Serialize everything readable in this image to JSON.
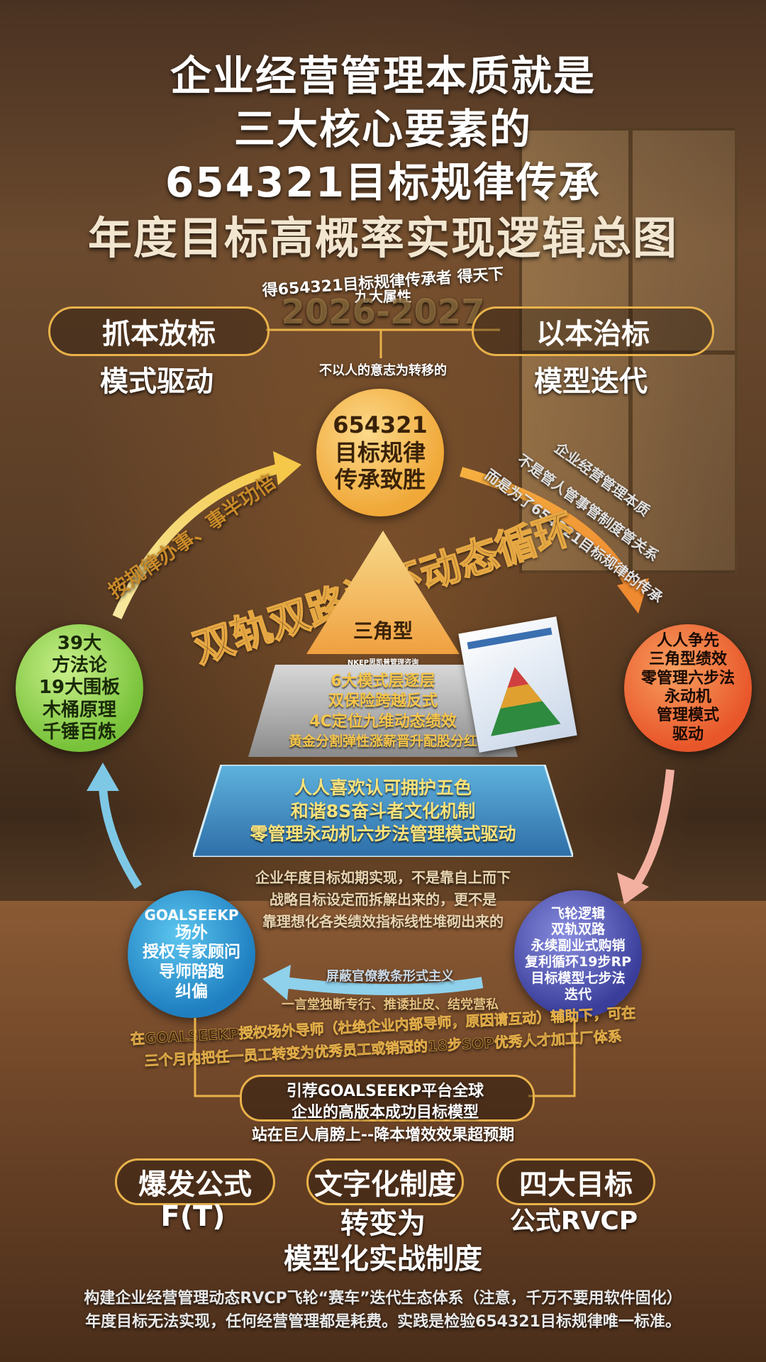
{
  "title": {
    "line1": "企业经营管理本质就是",
    "line2": "三大核心要素的",
    "line3": "654321目标规律传承",
    "line4": "年度目标高概率实现逻辑总图"
  },
  "top_banner": {
    "line1": "得654321目标规律传承者 得天下",
    "line2": "九大属性",
    "years": "2026-2027"
  },
  "left_pill": "抓本放标",
  "left_sub": "模式驱动",
  "right_pill": "以本治标",
  "right_sub": "模型迭代",
  "center_note": "不以人的意志为转移的",
  "top_circle": {
    "line1": "654321",
    "line2": "目标规律",
    "line3": "传承致胜"
  },
  "left_arrow_text": "按规律办事、事半功倍",
  "right_arrow_text": {
    "line1": "企业经营管理本质",
    "line2": "不是管人管事管制度管关系",
    "line3": "而是为了654321目标规律的传承"
  },
  "cycle_text": "双轨双路闭环动态循环",
  "pyramid": {
    "top": "三角型",
    "brand": "NKEP思凯普管理咨询",
    "middle": [
      "6大模式层逐层",
      "双保险跨越反式",
      "4C定位九维动态绩效",
      "黄金分割弹性涨薪晋升配股分红"
    ],
    "bottom": [
      "人人喜欢认可拥护五色",
      "和谐8S奋斗者文化机制",
      "零管理永动机六步法管理模式驱动"
    ]
  },
  "left_circle": [
    "39大",
    "方法论",
    "19大围板",
    "木桶原理",
    "千锤百炼"
  ],
  "right_circle": [
    "人人争先",
    "三角型绩效",
    "零管理六步法",
    "永动机",
    "管理模式",
    "驱动"
  ],
  "bottom_left_circle": [
    "GOALSEEKP",
    "场外",
    "授权专家顾问",
    "导师陪跑",
    "纠偏"
  ],
  "bottom_right_circle": [
    "飞轮逻辑",
    "双轨双路",
    "永续副业式购销",
    "复利循环19步RP",
    "目标模型七步法",
    "迭代"
  ],
  "center_paragraph": [
    "企业年度目标如期实现，不是靠自上而下",
    "战略目标设定而拆解出来的，更不是",
    "靠理想化各类绩效指标线性堆砌出来的"
  ],
  "bottom_arrow_text": {
    "line1": "屏蔽官僚教条形式主义",
    "line2": "一言堂独断专行、推诿扯皮、结党营私"
  },
  "wide_text": {
    "line1": "在GOALSEEKP授权场外导师（杜绝企业内部导师，原因请互动）辅助下，可在",
    "line2": "三个月内把任一员工转变为优秀员工或销冠的18步SOP优秀人才加工厂体系"
  },
  "recommend_box": {
    "line1": "引荐GOALSEEKP平台全球",
    "line2": "企业的高版本成功目标模型",
    "line3": "站在巨人肩膀上--降本增效效果超预期"
  },
  "bottom_pills": [
    {
      "label": "爆发公式",
      "sub1": "F(T)",
      "sub2": ""
    },
    {
      "label": "文字化制度",
      "sub1": "转变为",
      "sub2": "模型化实战制度"
    },
    {
      "label": "四大目标",
      "sub1": "公式RVCP",
      "sub2": ""
    }
  ],
  "footer": {
    "line1": "构建企业经营管理动态RVCP飞轮“赛车”迭代生态体系（注意，千万不要用软件固化）",
    "line2": "年度目标无法实现，任何经营管理都是耗费。实践是检验654321目标规律唯一标准。"
  }
}
